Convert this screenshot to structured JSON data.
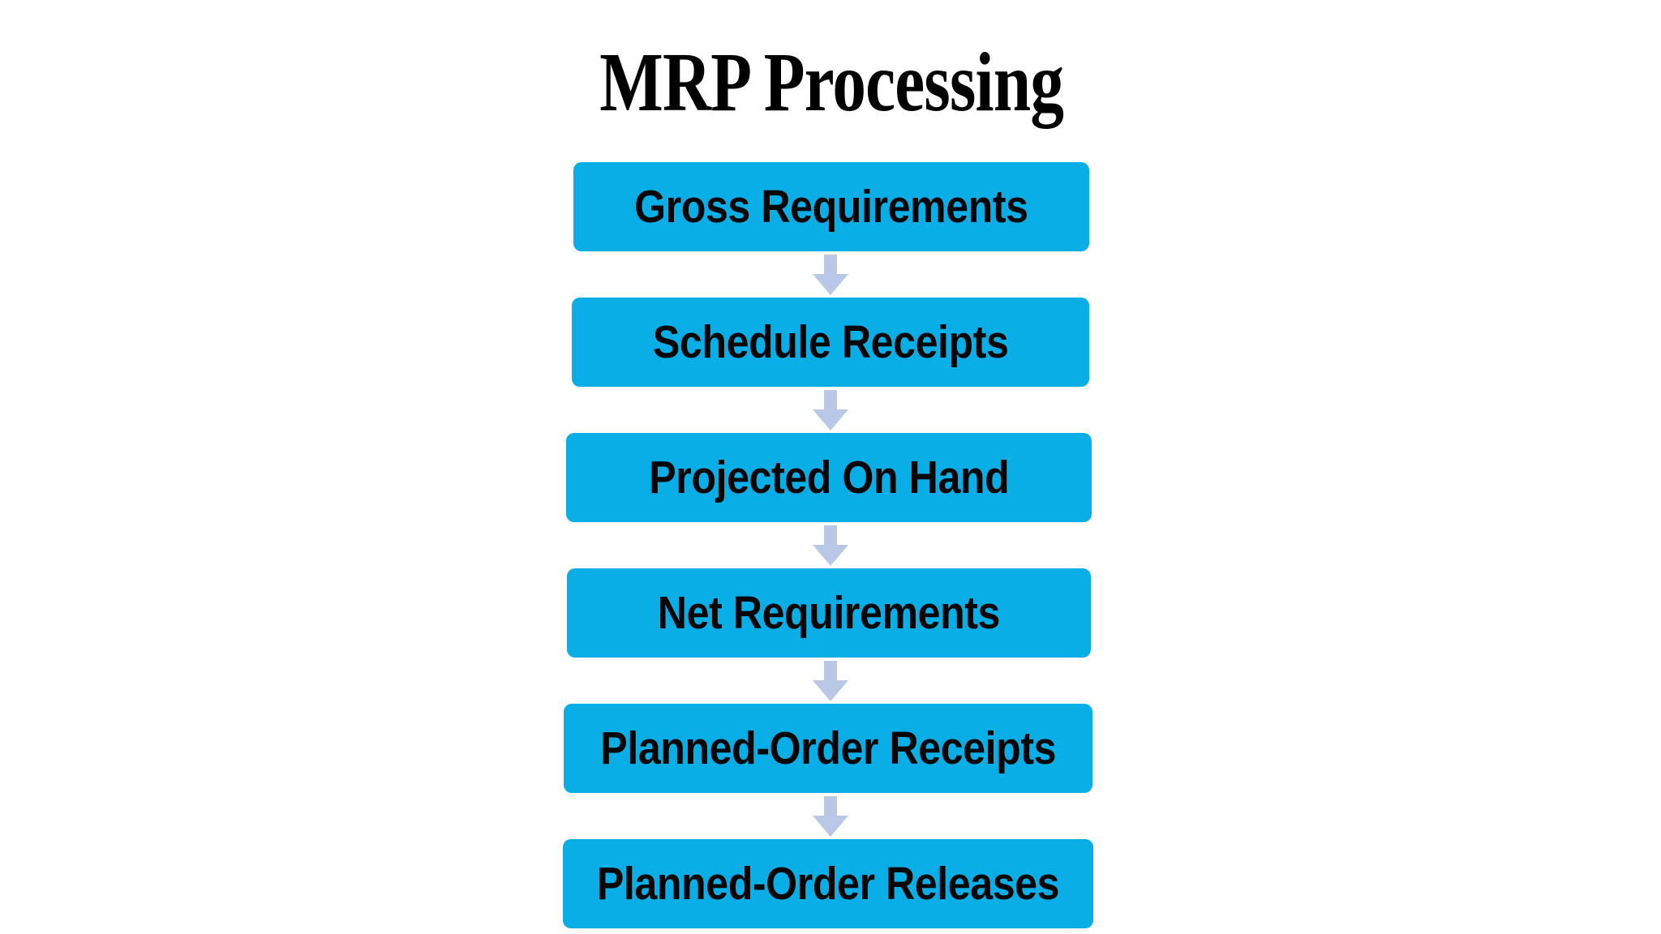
{
  "page": {
    "title": "MRP Processing",
    "background_color": "#ffffff"
  },
  "theme": {
    "node_fill": "#0aaee6",
    "node_text_color": "#060606",
    "arrow_color": "#b9c8e6",
    "title_color": "#000000"
  },
  "flow": {
    "type": "vertical-flowchart",
    "connector_icon": "arrow-down-icon",
    "steps": [
      {
        "index": 1,
        "label": "Gross Requirements"
      },
      {
        "index": 2,
        "label": "Schedule Receipts"
      },
      {
        "index": 3,
        "label": "Projected On Hand"
      },
      {
        "index": 4,
        "label": "Net Requirements"
      },
      {
        "index": 5,
        "label": "Planned-Order Receipts"
      },
      {
        "index": 6,
        "label": "Planned-Order Releases"
      }
    ]
  }
}
